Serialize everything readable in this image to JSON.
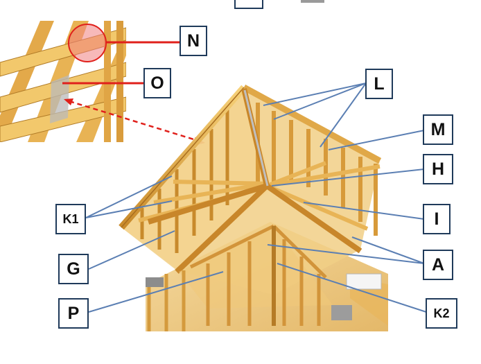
{
  "labels": {
    "N": "N",
    "O": "O",
    "L": "L",
    "M": "M",
    "H": "H",
    "I": "I",
    "A": "A",
    "K1": "K1",
    "G": "G",
    "P": "P",
    "K2": "K2"
  },
  "colors": {
    "wood_light": "#f0c567",
    "wood_mid": "#d9a13e",
    "wood_dark": "#a96e1f",
    "floor": "#f3d79a",
    "leader_blue": "#5b7fb3",
    "leader_red": "#e0201b",
    "box_border": "#1f3a5a"
  }
}
